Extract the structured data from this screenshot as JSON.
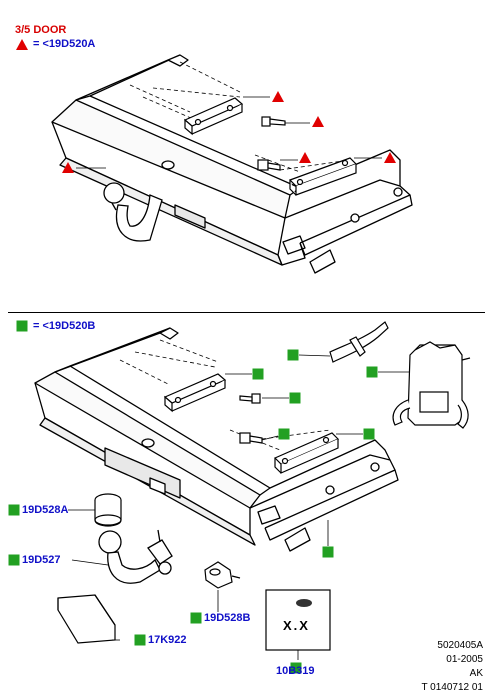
{
  "section_top": {
    "title": "3/5 DOOR",
    "legend_text": "= <19D520A",
    "marker_color": "#e00000"
  },
  "section_bottom": {
    "legend_text": "= <19D520B",
    "marker_color": "#22a022",
    "callouts": {
      "ball_cover": "19D528A",
      "tow_ball": "19D527",
      "socket": "19D528B",
      "bracket": "17K922",
      "card": "10B319"
    },
    "card_text": "X.X"
  },
  "footer": {
    "line1": "5020405A",
    "line2": "01-2005",
    "line3": "AK",
    "line4": "T 0140712 01"
  }
}
